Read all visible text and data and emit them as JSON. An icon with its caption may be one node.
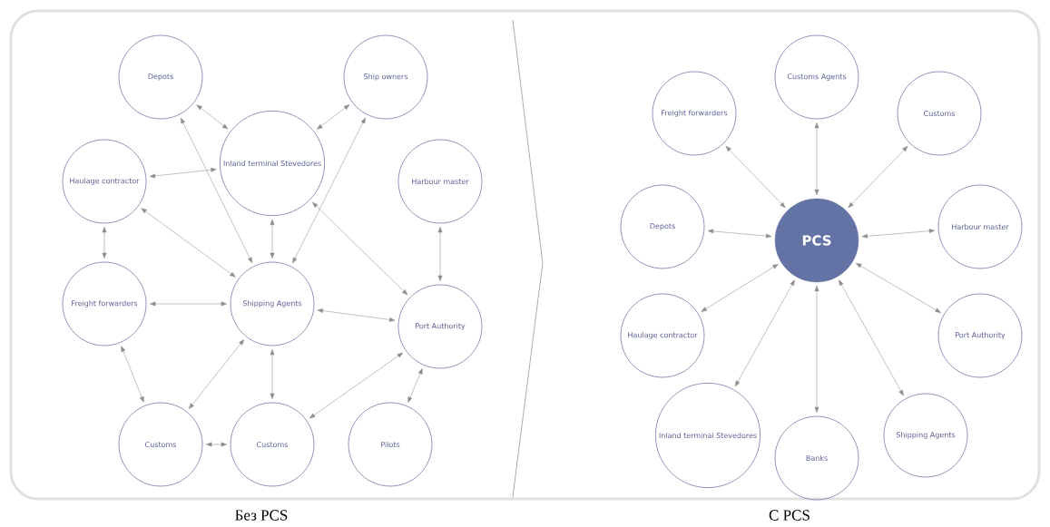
{
  "diagram": {
    "nodes": [
      {
        "text": [
          "Depots"
        ]
      },
      {
        "text": [
          "Ship owners"
        ]
      },
      {
        "text": [
          "Inland terminal Stevedores"
        ]
      },
      {
        "text": [
          "Haulage contractor"
        ]
      },
      {
        "text": [
          "Harbour master"
        ]
      },
      {
        "text": [
          "Shipping Agents"
        ]
      },
      {
        "text": [
          "Freight forwarders"
        ]
      },
      {
        "text": [
          "Port Authority"
        ]
      },
      {
        "text": [
          "Customs"
        ]
      },
      {
        "text": [
          "Customs"
        ]
      },
      {
        "text": [
          "Pilots"
        ]
      },
      {
        "text": [
          "PCS"
        ]
      },
      {
        "text": [
          "Freight forwarders"
        ]
      },
      {
        "text": [
          "Customs Agents"
        ]
      },
      {
        "text": [
          "Customs"
        ]
      },
      {
        "text": [
          "Depots"
        ]
      },
      {
        "text": [
          "Harbour master"
        ]
      },
      {
        "text": [
          "Haulage contractor"
        ]
      },
      {
        "text": [
          "Port Authority"
        ]
      },
      {
        "text": [
          "Inland terminal Stevedores"
        ]
      },
      {
        "text": [
          "Banks"
        ]
      },
      {
        "text": [
          "Shipping Agents"
        ]
      }
    ],
    "edges": [
      {
        "from": 0,
        "to": 2,
        "arrow": "both"
      },
      {
        "from": 1,
        "to": 2,
        "arrow": "both"
      },
      {
        "from": 0,
        "to": 5,
        "arrow": "both"
      },
      {
        "from": 3,
        "to": 2,
        "arrow": "both"
      },
      {
        "from": 3,
        "to": 5,
        "arrow": "both"
      },
      {
        "from": 2,
        "to": 5,
        "arrow": "both"
      },
      {
        "from": 5,
        "to": 1,
        "arrow": "both"
      },
      {
        "from": 2,
        "to": 7,
        "arrow": "both"
      },
      {
        "from": 4,
        "to": 7,
        "arrow": "both"
      },
      {
        "from": 3,
        "to": 6,
        "arrow": "both"
      },
      {
        "from": 6,
        "to": 5,
        "arrow": "both"
      },
      {
        "from": 5,
        "to": 7,
        "arrow": "both"
      },
      {
        "from": 6,
        "to": 8,
        "arrow": "both"
      },
      {
        "from": 5,
        "to": 9,
        "arrow": "both"
      },
      {
        "from": 8,
        "to": 9,
        "arrow": "both"
      },
      {
        "from": 5,
        "to": 8,
        "arrow": "both"
      },
      {
        "from": 7,
        "to": 9,
        "arrow": "both"
      },
      {
        "from": 7,
        "to": 10,
        "arrow": "both"
      },
      {
        "from": 11,
        "to": 12,
        "arrow": "both"
      },
      {
        "from": 11,
        "to": 13,
        "arrow": "both"
      },
      {
        "from": 11,
        "to": 14,
        "arrow": "both"
      },
      {
        "from": 11,
        "to": 15,
        "arrow": "both"
      },
      {
        "from": 11,
        "to": 16,
        "arrow": "both"
      },
      {
        "from": 11,
        "to": 17,
        "arrow": "both"
      },
      {
        "from": 11,
        "to": 18,
        "arrow": "both"
      },
      {
        "from": 11,
        "to": 19,
        "arrow": "both"
      },
      {
        "from": 11,
        "to": 20,
        "arrow": "both"
      },
      {
        "from": 11,
        "to": 21,
        "arrow": "both"
      }
    ],
    "labels": [
      "Без PCS",
      "С PCS"
    ]
  }
}
